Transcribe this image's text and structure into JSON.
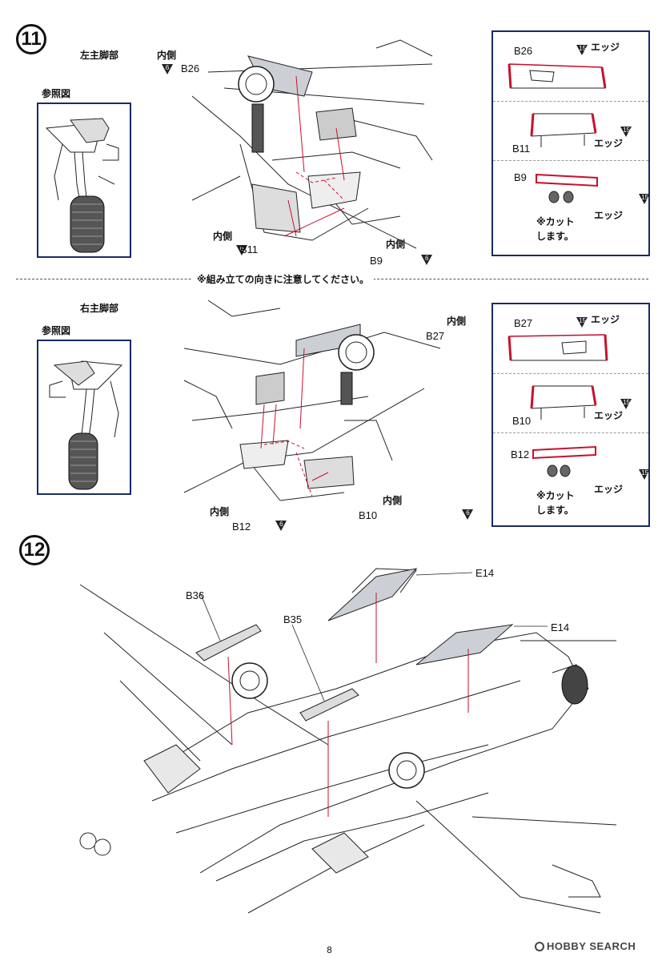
{
  "page_number": "8",
  "watermark": "HOBBY SEARCH",
  "orientation_note": "※組み立ての向きに注意してください。",
  "step11": {
    "number": "11",
    "left": {
      "title": "左主脚部",
      "reference_label": "参照図",
      "parts": {
        "b26": "B26",
        "b11": "B11",
        "b9": "B9"
      },
      "inner_label": "内側",
      "paint_code": "6",
      "side_panel": {
        "b26": "B26",
        "b11": "B11",
        "b9": "B9",
        "edge": "エッジ",
        "edge_code": "15",
        "cut_note_1": "※カット",
        "cut_note_2": "します。"
      }
    },
    "right": {
      "title": "右主脚部",
      "reference_label": "参照図",
      "parts": {
        "b27": "B27",
        "b12": "B12",
        "b10": "B10"
      },
      "inner_label": "内側",
      "paint_code": "6",
      "side_panel": {
        "b27": "B27",
        "b10": "B10",
        "b12": "B12",
        "edge": "エッジ",
        "edge_code": "15",
        "cut_note_1": "※カット",
        "cut_note_2": "します。"
      }
    }
  },
  "step12": {
    "number": "12",
    "parts": {
      "b36": "B36",
      "b35": "B35",
      "e14a": "E14",
      "e14b": "E14"
    }
  },
  "colors": {
    "frame_blue": "#1a2a66",
    "red": "#c8102e",
    "marker": "#222222"
  }
}
